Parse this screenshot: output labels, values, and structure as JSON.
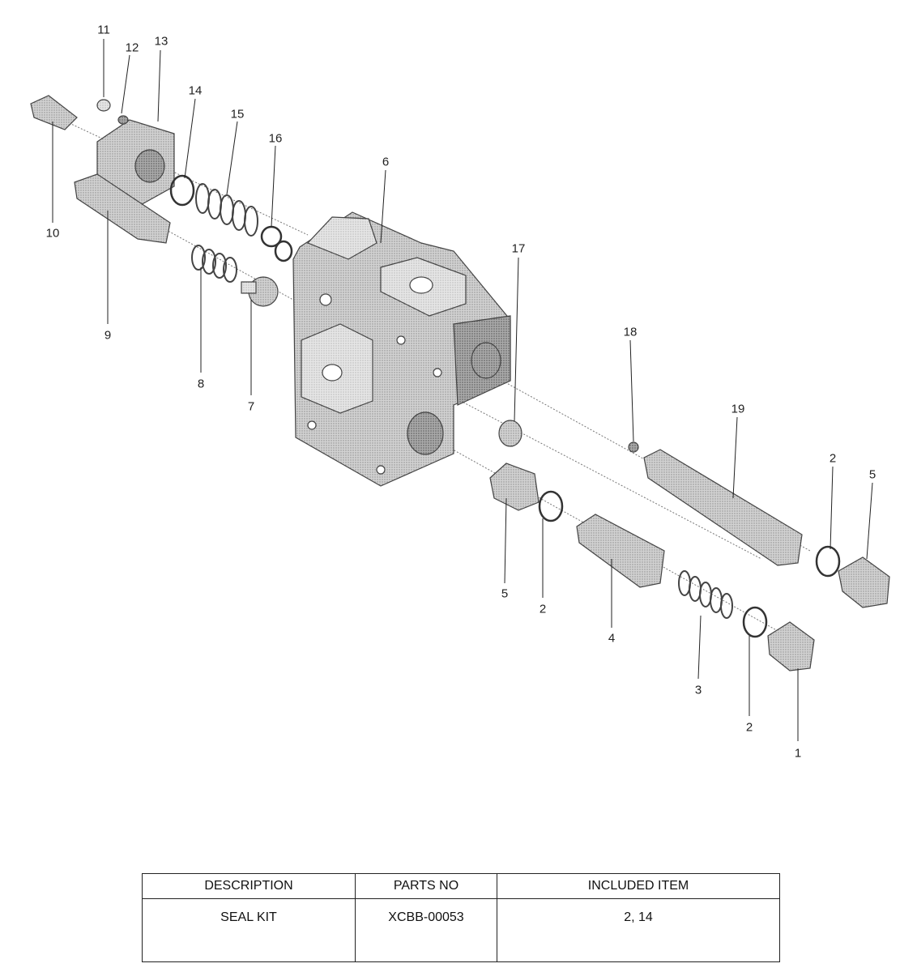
{
  "callouts": [
    {
      "n": "1"
    },
    {
      "n": "2"
    },
    {
      "n": "2"
    },
    {
      "n": "2"
    },
    {
      "n": "3"
    },
    {
      "n": "4"
    },
    {
      "n": "5"
    },
    {
      "n": "5"
    },
    {
      "n": "6"
    },
    {
      "n": "7"
    },
    {
      "n": "8"
    },
    {
      "n": "9"
    },
    {
      "n": "10"
    },
    {
      "n": "11"
    },
    {
      "n": "12"
    },
    {
      "n": "13"
    },
    {
      "n": "14"
    },
    {
      "n": "15"
    },
    {
      "n": "16"
    },
    {
      "n": "17"
    },
    {
      "n": "18"
    },
    {
      "n": "19"
    }
  ],
  "table": {
    "headers": [
      "DESCRIPTION",
      "PARTS NO",
      "INCLUDED ITEM"
    ],
    "row": [
      "SEAL KIT",
      "XCBB-00053",
      "2, 14"
    ]
  }
}
